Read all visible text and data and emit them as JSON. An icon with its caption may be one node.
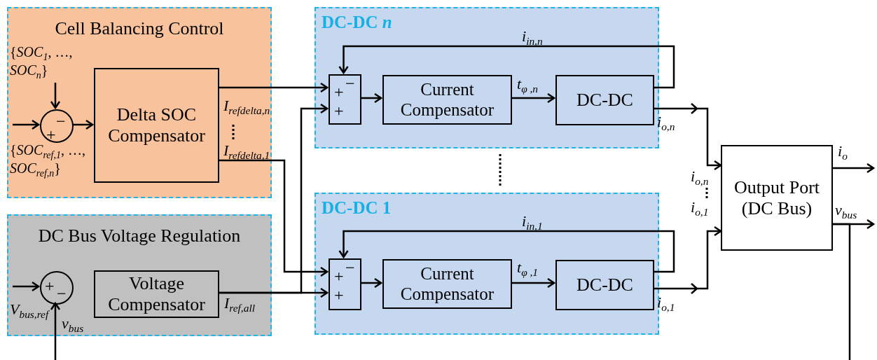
{
  "diagram": {
    "nodes": [
      {
        "text": [
          "Cell Balancing Control"
        ]
      },
      {
        "text": [
          "+",
          "−"
        ],
        "in": 0
      },
      {
        "text": [
          "Delta SOC Compensator"
        ],
        "in": 0
      },
      {
        "text": [
          "DC Bus Voltage Regulation"
        ]
      },
      {
        "text": [
          "+",
          "−"
        ],
        "in": 3
      },
      {
        "text": [
          "Voltage Compensator"
        ],
        "in": 3
      },
      {
        "text": [
          "DC-DC *n*"
        ]
      },
      {
        "text": [
          "+",
          "−",
          "+"
        ],
        "in": 6
      },
      {
        "text": [
          "Current Compensator"
        ],
        "in": 6
      },
      {
        "text": [
          "DC-DC"
        ],
        "in": 6
      },
      {
        "text": [
          "DC-DC 1"
        ]
      },
      {
        "text": [
          "+",
          "−",
          "+"
        ],
        "in": 10
      },
      {
        "text": [
          "Current Compensator"
        ],
        "in": 10
      },
      {
        "text": [
          "DC-DC"
        ],
        "in": 10
      },
      {
        "text": [
          "Output Port (DC Bus)"
        ]
      }
    ],
    "edges": [
      {
        "from": null,
        "to": 1,
        "arrow": "to",
        "label": "{*SOC*$_{ref,1}$, …, *SOC*$_{ref,n}$}"
      },
      {
        "from": null,
        "to": 1,
        "arrow": "to",
        "label": "{*SOC*$_{1}$, …, *SOC*$_{n}$}"
      },
      {
        "from": 1,
        "to": 2,
        "arrow": "to"
      },
      {
        "from": 2,
        "to": 7,
        "arrow": "to",
        "label": "*I*$_{refdelta,n}$"
      },
      {
        "from": 2,
        "to": 11,
        "arrow": "to",
        "label": "*I*$_{refdelta,1}$"
      },
      {
        "from": 5,
        "to": 11,
        "arrow": "to",
        "label": "*I*$_{ref,all}$"
      },
      {
        "from": 5,
        "to": 7,
        "arrow": "to"
      },
      {
        "from": null,
        "to": 4,
        "arrow": "to",
        "label": "*V*$_{bus,ref}$"
      },
      {
        "from": null,
        "to": 4,
        "arrow": "to",
        "label": "*v*$_{bus}$"
      },
      {
        "from": 7,
        "to": 8,
        "arrow": "to"
      },
      {
        "from": 8,
        "to": 9,
        "arrow": "to",
        "label": "*t*$_{φ ,n}$"
      },
      {
        "from": 9,
        "to": 7,
        "arrow": "to",
        "label": "*i*$_{in,n}$"
      },
      {
        "from": 9,
        "to": 14,
        "arrow": "to",
        "label": "*i*$_{o,n}$"
      },
      {
        "from": 13,
        "to": 14,
        "arrow": "to",
        "label": "*i*$_{o,1}$"
      },
      {
        "from": 13,
        "to": 11,
        "arrow": "to",
        "label": "*i*$_{in,1}$"
      },
      {
        "from": 11,
        "to": 12,
        "arrow": "to"
      },
      {
        "from": 12,
        "to": 13,
        "arrow": "to",
        "label": "*t*$_{φ ,1}$"
      },
      {
        "from": 14,
        "to": null,
        "arrow": "to",
        "label": "*i*$_{o}$"
      },
      {
        "from": 14,
        "to": null,
        "arrow": "to",
        "label": "*v*$_{bus}$"
      },
      {
        "from": 14,
        "to": null,
        "arrow": "none"
      }
    ],
    "labels": [
      "*i*$_{o,n}$",
      "*i*$_{o,1}$"
    ]
  }
}
